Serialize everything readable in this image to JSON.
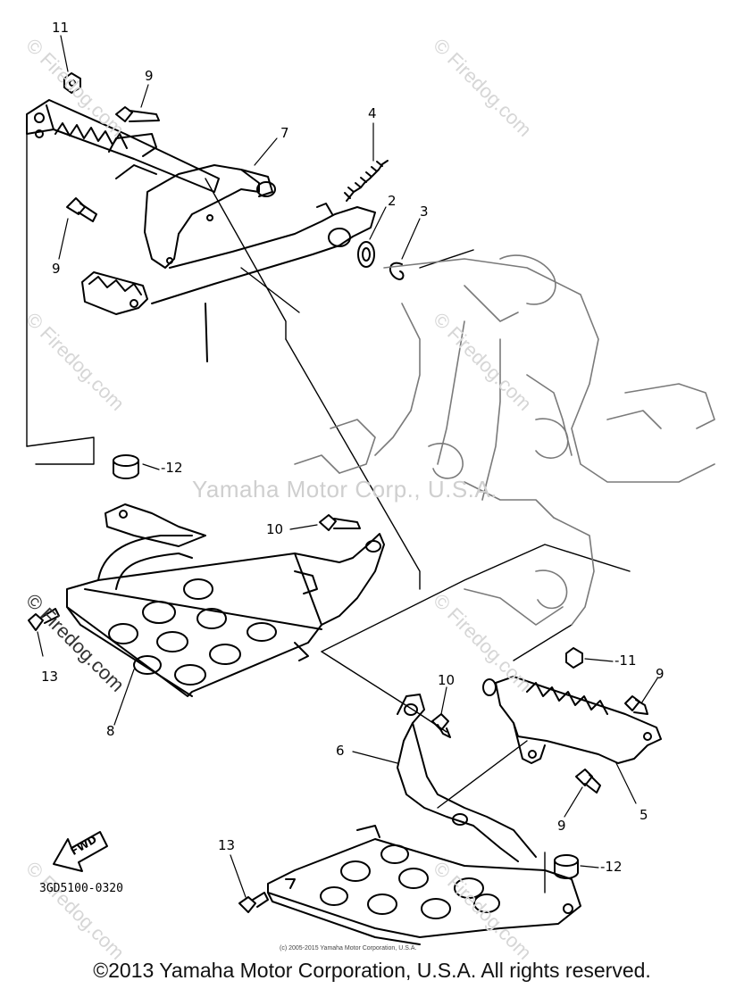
{
  "watermark": {
    "center_text": "Yamaha Motor Corp., U.S.A.",
    "tile_text": "© Firedog.com"
  },
  "callouts": {
    "c11_top": "11",
    "c9_top": "9",
    "c4": "4",
    "c7": "7",
    "c2": "2",
    "c3": "3",
    "c9_left": "9",
    "c12_top": "-12",
    "c10_mid": "10",
    "c13_left": "13",
    "c8": "8",
    "c11_right": "-11",
    "c9_right": "9",
    "c10_low": "10",
    "c6": "6",
    "c5": "5",
    "c9_low": "9",
    "c13_low": "13",
    "c12_low": "-12"
  },
  "fwd_label": "FWD",
  "part_code": "3GD5100-0320",
  "small_copyright": "(c) 2005-2015 Yamaha Motor Corporation, U.S.A.",
  "footer_copyright": "©2013 Yamaha Motor Corporation, U.S.A. All rights reserved."
}
